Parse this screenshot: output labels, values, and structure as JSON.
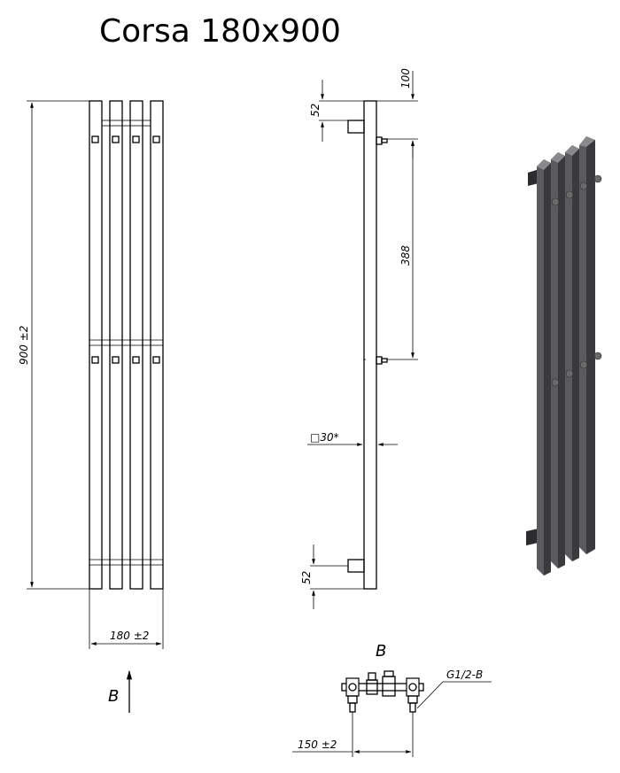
{
  "title": "Corsa  180x900",
  "dimensions": {
    "height": "900 ±2",
    "width": "180 ±2",
    "top_offset": "100",
    "top_connector": "52",
    "axis_distance": "388",
    "profile": "□30*",
    "bottom_connector": "52",
    "connection_spacing": "150 ±2",
    "thread": "G1/2-B"
  },
  "view_labels": {
    "view_arrow": "B",
    "view_section": "B"
  },
  "colors": {
    "line": "#000000",
    "render_dark": "#3a3a3c",
    "render_mid": "#5a5a5c",
    "render_light": "#7a7a7c"
  }
}
